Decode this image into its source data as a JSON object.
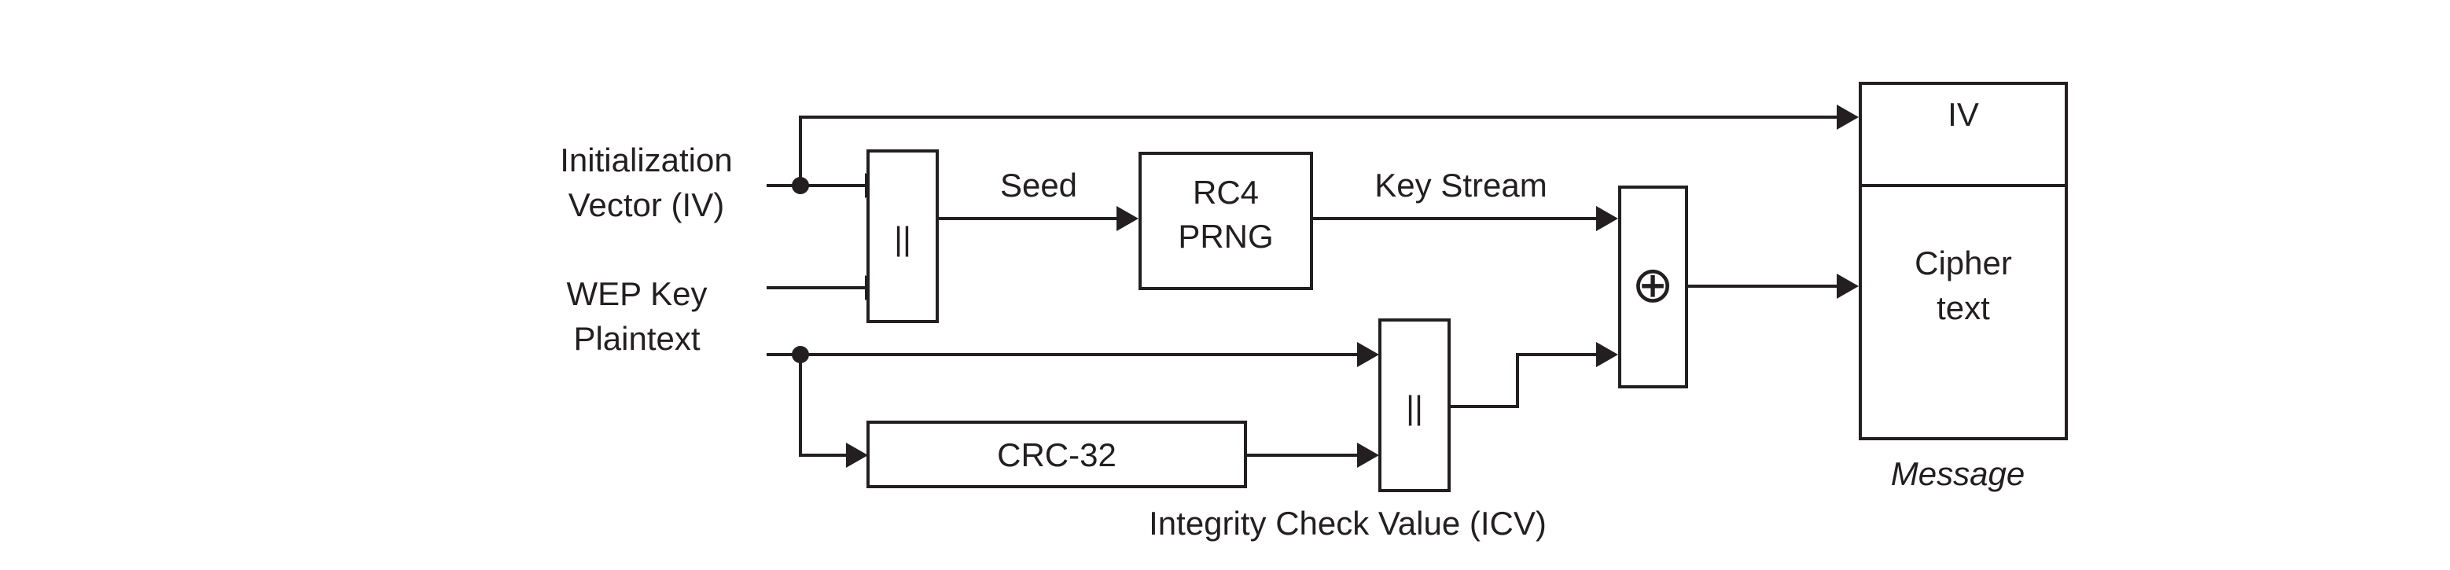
{
  "inputs": {
    "iv_line1": "Initialization",
    "iv_line2": "Vector (IV)",
    "key": "WEP Key",
    "plaintext": "Plaintext"
  },
  "labels": {
    "seed": "Seed",
    "key_stream": "Key Stream",
    "icv": "Integrity Check Value (ICV)"
  },
  "blocks": {
    "concat_symbol": "||",
    "rc4_line1": "RC4",
    "rc4_line2": "PRNG",
    "crc": "CRC-32",
    "xor_symbol": "⊕"
  },
  "message": {
    "iv": "IV",
    "cipher_line1": "Cipher",
    "cipher_line2": "text",
    "caption": "Message"
  }
}
